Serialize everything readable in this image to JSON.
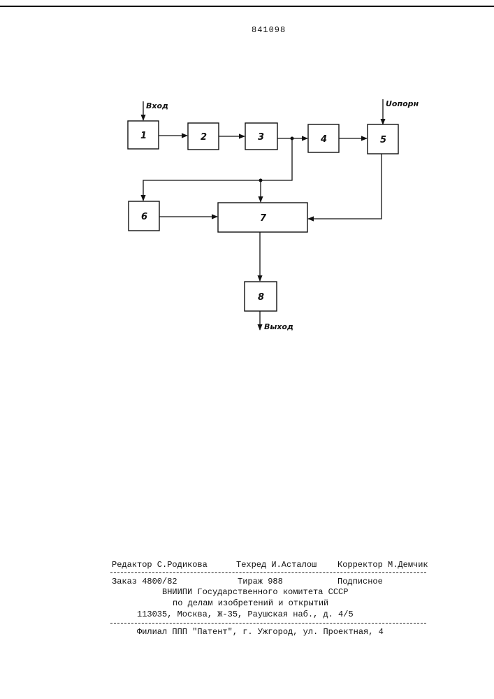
{
  "page_number": "841098",
  "diagram": {
    "blocks": [
      {
        "id": "1",
        "label": "1"
      },
      {
        "id": "2",
        "label": "2"
      },
      {
        "id": "3",
        "label": "3"
      },
      {
        "id": "4",
        "label": "4"
      },
      {
        "id": "5",
        "label": "5"
      },
      {
        "id": "6",
        "label": "6"
      },
      {
        "id": "7",
        "label": "7"
      },
      {
        "id": "8",
        "label": "8"
      }
    ],
    "input_label": "Вход",
    "reference_label": "Uопорн",
    "output_label": "Выход"
  },
  "footer": {
    "editor": "Редактор С.Родикова",
    "techred": "Техред И.Асталош",
    "corrector": "Корректор М.Демчик",
    "order": "Заказ 4800/82",
    "circulation": "Тираж 988",
    "subscription": "Подписное",
    "org_line1": "ВНИИПИ Государственного комитета СССР",
    "org_line2": "по делам изобретений и открытий",
    "org_line3": "113035, Москва, Ж-35, Раушская наб., д. 4/5",
    "branch": "Филиал ППП \"Патент\", г. Ужгород, ул. Проектная, 4"
  }
}
